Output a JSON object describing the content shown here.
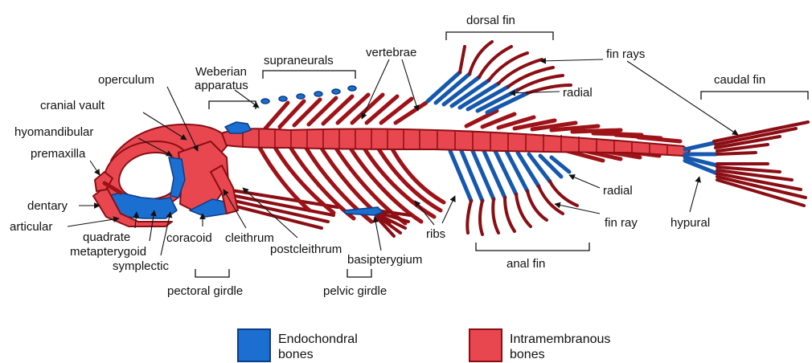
{
  "labels": {
    "dorsal_fin": "dorsal fin",
    "fin_rays": "fin rays",
    "supraneurals": "supraneurals",
    "vertebrae": "vertebrae",
    "caudal_fin": "caudal fin",
    "operculum": "operculum",
    "weberian_1": "Weberian",
    "weberian_2": "apparatus",
    "radial_dorsal": "radial",
    "cranial_vault": "cranial vault",
    "hyomandibular": "hyomandibular",
    "premaxilla": "premaxilla",
    "radial_anal": "radial",
    "dentary": "dentary",
    "articular": "articular",
    "quadrate": "quadrate",
    "metapterygoid": "metapterygoid",
    "symplectic": "symplectic",
    "coracoid": "coracoid",
    "cleithrum": "cleithrum",
    "postcleithrum": "postcleithrum",
    "ribs": "ribs",
    "fin_ray": "fin ray",
    "hypural": "hypural",
    "basipterygium": "basipterygium",
    "anal_fin": "anal fin",
    "pectoral_girdle": "pectoral girdle",
    "pelvic_girdle": "pelvic girdle"
  },
  "legend": {
    "endochondral_1": "Endochondral",
    "endochondral_2": "bones",
    "intramembranous_1": "Intramembranous",
    "intramembranous_2": "bones",
    "endochondral_color": "#1a6fd0",
    "intramembranous_color": "#e8474f"
  }
}
